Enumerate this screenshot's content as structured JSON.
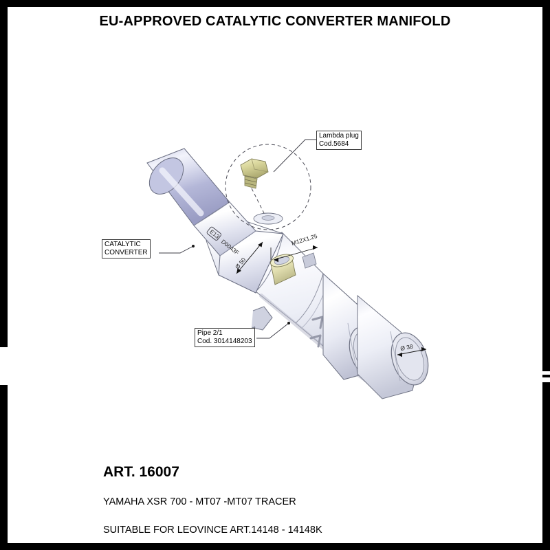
{
  "document": {
    "title": "EU-APPROVED CATALYTIC CONVERTER MANIFOLD",
    "art_number": "ART. 16007",
    "model_line": "YAMAHA XSR 700 - MT07 -MT07 TRACER",
    "compat_line": "SUITABLE FOR LEOVINCE ART.14148 - 14148K"
  },
  "callouts": {
    "lambda_plug": {
      "line1": "Lambda plug",
      "line2": "Cod.5684"
    },
    "catalytic_converter": {
      "line1": "CATALYTIC",
      "line2": "CONVERTER"
    },
    "pipe": {
      "line1": "Pipe 2/1",
      "line2": "Cod. 3014148203"
    }
  },
  "annotations": {
    "approval_mark": "E13",
    "approval_code": "D0043F",
    "inlet_diameter": "Ø 50",
    "thread_spec": "M12X1.25",
    "outlet_diameter": "Ø 38"
  },
  "colors": {
    "converter_body": "#b9bcdc",
    "converter_highlight": "#eef0fa",
    "pipe_body": "#e8e9f2",
    "pipe_shadow": "#c3c6d6",
    "brass_plug": "#d9d9a8",
    "brass_shadow": "#b5b37a",
    "boss_cream": "#e6e4bc",
    "outline": "#5a5a66",
    "text": "#000000"
  }
}
